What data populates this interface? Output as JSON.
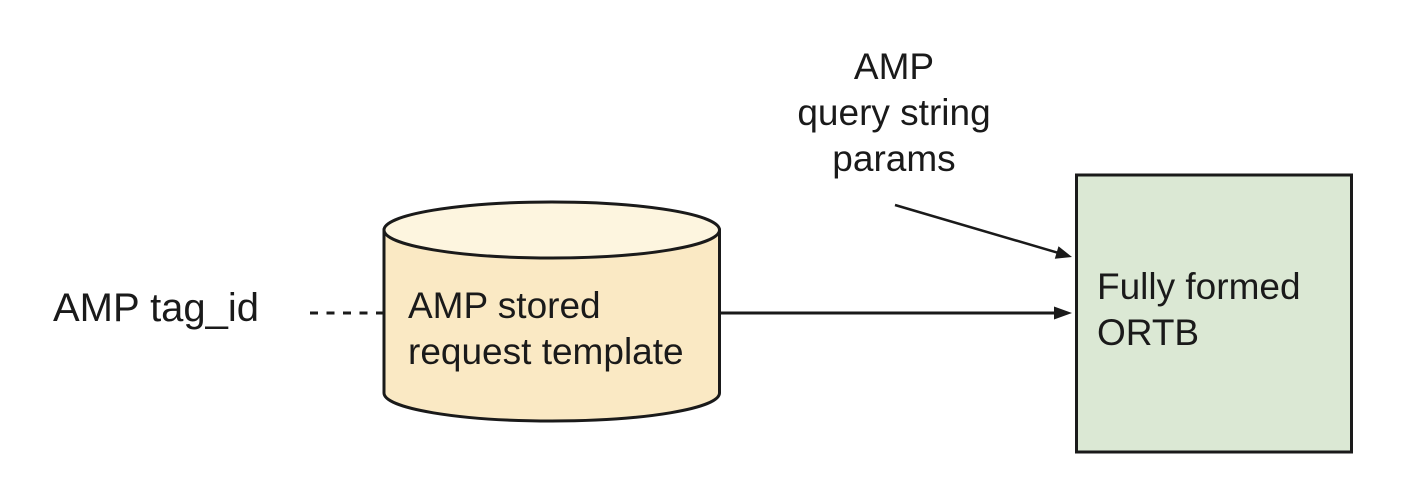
{
  "diagram": {
    "stroke": "#1a1a1a",
    "text_color": "#1a1a1a",
    "background": "#ffffff",
    "nodes": {
      "tag_id": {
        "label": "AMP tag_id"
      },
      "stored_request": {
        "line1": "AMP stored",
        "line2": "request template",
        "shape": "cylinder",
        "body_fill": "#FAE9C4",
        "top_fill": "#FDF5DF"
      },
      "query_params": {
        "line1": "AMP",
        "line2": "query string",
        "line3": "params"
      },
      "ortb": {
        "line1": "Fully formed",
        "line2": "ORTB",
        "shape": "rectangle",
        "fill": "#DBE8D4"
      }
    },
    "edges": [
      {
        "from": "tag_id",
        "to": "stored_request",
        "style": "dashed",
        "arrowhead": false
      },
      {
        "from": "stored_request",
        "to": "ortb",
        "style": "solid",
        "arrowhead": true
      },
      {
        "from": "query_params",
        "to": "ortb",
        "style": "solid",
        "arrowhead": true
      }
    ]
  }
}
